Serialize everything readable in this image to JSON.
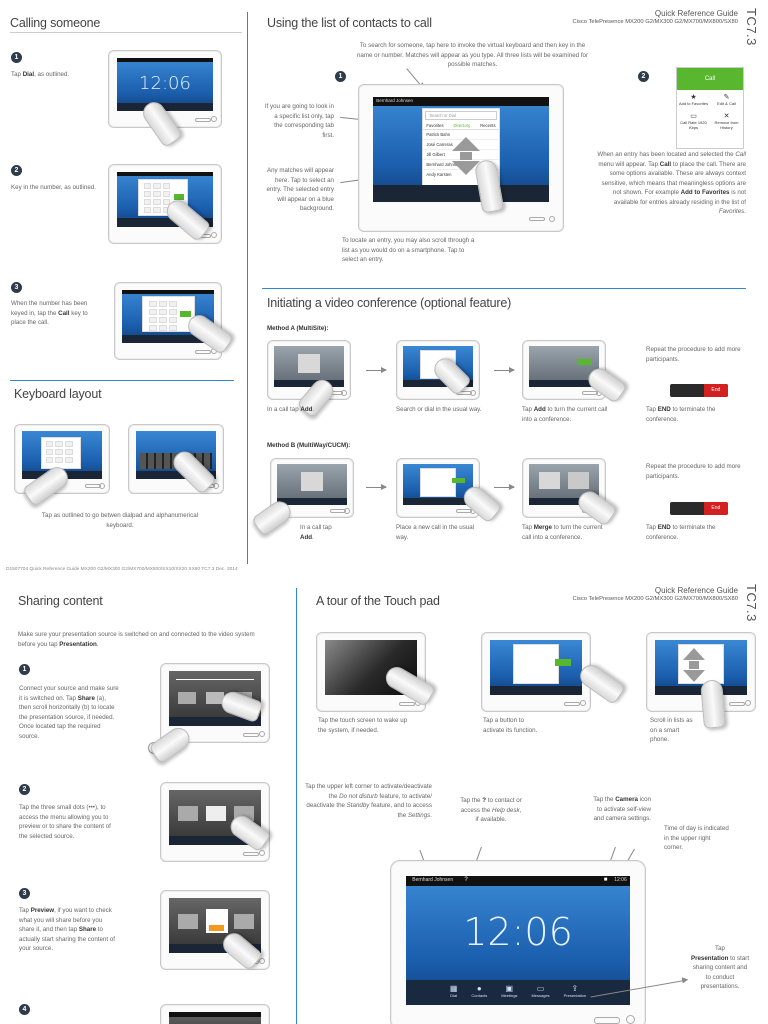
{
  "header": {
    "guide_title": "Quick Reference Guide",
    "guide_models": "Cisco TelePresence MX200 G2/MX300 G2/MX700/MX800/SX80",
    "version_tag": "TC7.3"
  },
  "calling": {
    "title": "Calling someone",
    "step1_num": "1",
    "step1_pre": "Tap ",
    "step1_bold": "Dial",
    "step1_post": ", as outlined.",
    "step2_num": "2",
    "step2_text": "Key in the number, as outlined.",
    "step3_num": "3",
    "step3_pre": "When the number has been keyed in, tap the ",
    "step3_bold": "Call",
    "step3_post": " key to place the call.",
    "clock": "12:06"
  },
  "keyboard": {
    "title": "Keyboard layout",
    "caption": "Tap as outlined to go betwen dialpad and alphanumerical keyboard."
  },
  "contacts": {
    "title": "Using the list of contacts to call",
    "step1_num": "1",
    "step2_num": "2",
    "search_note": "To search for someone, tap here to invoke the virtual keyboard and then key in the name or number. Matches will appear as you type. All three lists will be examined for possible matches.",
    "list_note": "If you are going to look in a specific list only, tap the corresponding tab first.",
    "matches_note": "Any matches will appear here. Tap to select an entry. The selected entry will appear on a blue background.",
    "scroll_note": "To locate an entry, you may also scroll through a list as you would do on a smartphone. Tap to select an entry.",
    "tabs": [
      "Favorites",
      "Directory",
      "Recents"
    ],
    "entries": [
      "Patrick Bahn",
      "José Carreras",
      "Jill Gilbert",
      "Bernhard Johnsen",
      "Andy Karsten"
    ],
    "search_placeholder": "Search or Dial",
    "user_name": "Bernhard Johnsen",
    "call_menu": {
      "call_label": "Call",
      "btn1": "Add to Favorites",
      "btn2": "Edit & Call",
      "btn3": "Call Rate 1920 Kbps",
      "btn4": "Remove from History"
    },
    "call_note_1": "When an entry has been located and selected the ",
    "call_note_italic": "Call",
    "call_note_2": " menu will appear. Tap ",
    "call_note_bold1": "Call",
    "call_note_3": " to place the call. There are some options available. These are always context sensitive, which means that meaningless options are not shown. For example ",
    "call_note_bold2": "Add to Favorites",
    "call_note_4": " is not available for entries already residing in the list of ",
    "call_note_italic2": "Favorites",
    "call_note_5": "."
  },
  "conference": {
    "title": "Initiating a video conference (optional feature)",
    "method_a": "Method A (MultiSite):",
    "method_b": "Method B (MultiWay/CUCM):",
    "a_cap1_pre": "In a call tap ",
    "a_cap1_bold": "Add",
    "a_cap1_post": ".",
    "a_cap2": "Search or dial in the usual way.",
    "a_cap3_pre": "Tap ",
    "a_cap3_bold": "Add",
    "a_cap3_post": " to turn the current call into a conference.",
    "repeat": "Repeat the procedure to add more participants.",
    "end_pre": "Tap ",
    "end_bold": "END",
    "end_post": " to terminate the conference.",
    "b_cap1_pre": "In a call tap ",
    "b_cap1_bold": "Add",
    "b_cap1_post": ".",
    "b_cap2": "Place a new call in the usual way.",
    "b_cap3_pre": "Tap ",
    "b_cap3_bold": "Merge",
    "b_cap3_post": " to turn the current call into a conference.",
    "end_label": "End"
  },
  "footer": {
    "text": "D1507704 Quick Reference Guide MX200 G2/MX300 G2/MX700/MX800/SX10/SX20 SX80 TC7.3 Dec. 2014"
  },
  "sharing": {
    "title": "Sharing content",
    "intro_pre": "Make sure your presentation source is switched on and connected to the video system before you tap ",
    "intro_bold": "Presentation",
    "intro_post": ".",
    "step1_num": "1",
    "step1_a": "Connect your source and make sure it is switched on. Tap ",
    "step1_bold": "Share",
    "step1_b": " (a), then scroll horizontally (b) to locate the presentation source, if needed. Once located tap the required source.",
    "label_a": "a",
    "label_b": "b",
    "step2_num": "2",
    "step2_text": "Tap the three small dots (•••), to access the menu allowing you to preview or to share the content of the selected source.",
    "step3_num": "3",
    "step3_a": "Tap ",
    "step3_bold1": "Preview",
    "step3_b": ", if you want to check what you will share before you share it, and then tap ",
    "step3_bold2": "Share",
    "step3_c": " to actually start sharing the content of your source.",
    "step4_num": "4"
  },
  "tour": {
    "title": "A tour of the Touch pad",
    "cap1": "Tap the touch screen to wake up the system, if needed.",
    "cap2": "Tap a button to activate its function.",
    "cap3": "Scroll in lists as on a smart phone.",
    "corner_1": "Tap the upper left corner to activate/deactivate the ",
    "corner_i1": "Do not disturb",
    "corner_2": " feature, to activate/ deactivate the ",
    "corner_i2": "Standby",
    "corner_3": " feature, and to access the ",
    "corner_i3": "Settings",
    "corner_4": ".",
    "help_1": "Tap the ",
    "help_bold": "?",
    "help_2": " to contact or access the ",
    "help_i": "Help desk",
    "help_3": ", if available.",
    "camera_1": "Tap the ",
    "camera_bold": "Camera",
    "camera_2": " icon to activate self-view and camera settings.",
    "time_note": "Time of day is indicated in the upper right corner.",
    "pres_1": "Tap ",
    "pres_bold": "Presentation",
    "pres_2": " to start sharing content and to conduct presentations.",
    "clock": "12:06",
    "toolbar": [
      "Dial",
      "Contacts",
      "Meetings",
      "Messages",
      "Presentation"
    ],
    "user_name": "Bernhard Johnsen",
    "time_small": "12:06"
  },
  "colors": {
    "accent_line": "#2f89c8",
    "call_green": "#58b62f",
    "end_red": "#d32020"
  }
}
